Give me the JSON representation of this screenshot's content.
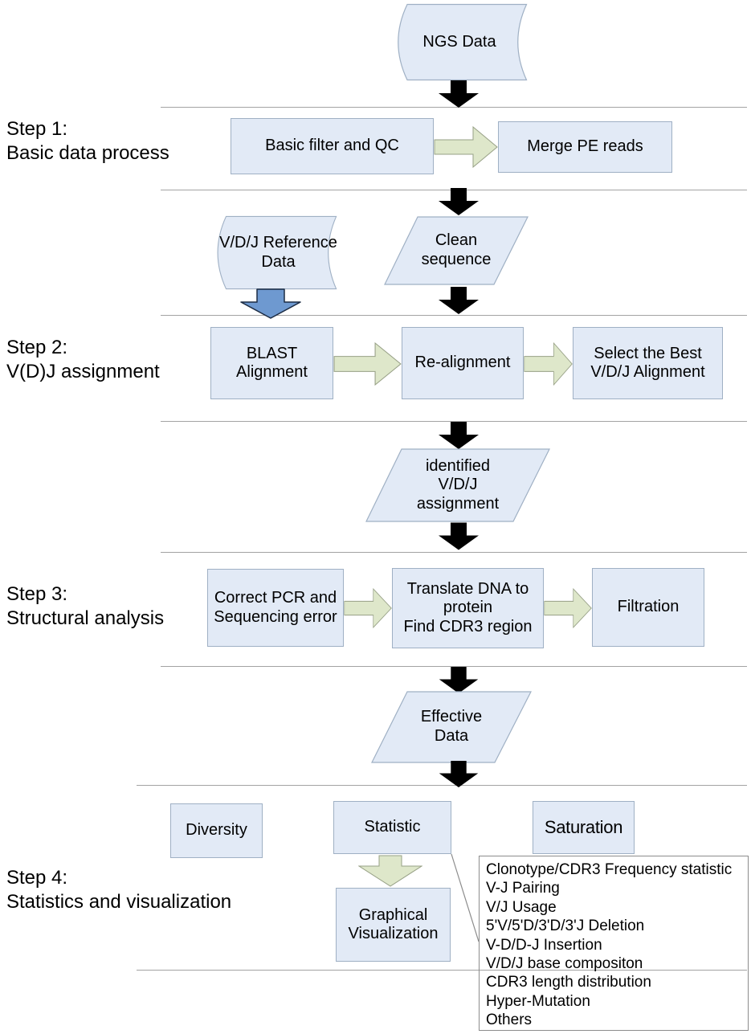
{
  "steps": [
    {
      "line1": "Step 1:",
      "line2": "Basic data process"
    },
    {
      "line1": "Step 2:",
      "line2": "V(D)J assignment"
    },
    {
      "line1": "Step 3:",
      "line2": "Structural analysis"
    },
    {
      "line1": "Step 4:",
      "line2": "Statistics and visualization"
    }
  ],
  "nodes": {
    "ngs_data": "NGS Data",
    "basic_filter": "Basic filter and QC",
    "merge_pe": "Merge PE reads",
    "vdj_reference": "V/D/J Reference Data",
    "clean_sequence": "Clean sequence",
    "blast_alignment": "BLAST Alignment",
    "re_alignment": "Re-alignment",
    "select_best": "Select the Best V/D/J Alignment",
    "identified": "identified V/D/J assignment",
    "correct_pcr": "Correct PCR and Sequencing error",
    "translate_line1": "Translate DNA to protein",
    "translate_line2": "Find CDR3 region",
    "filtration": "Filtration",
    "effective_data": "Effective Data",
    "diversity": "Diversity",
    "statistic": "Statistic",
    "saturation": "Saturation",
    "graphical": "Graphical Visualization"
  },
  "callout": {
    "items": [
      "Clonotype/CDR3 Frequency statistic",
      "V-J Pairing",
      "V/J Usage",
      "5'V/5'D/3'D/3'J Deletion",
      "V-D/D-J Insertion",
      "V/D/J base compositon",
      "CDR3 length distribution",
      "Hyper-Mutation",
      "Others"
    ]
  },
  "colors": {
    "box-fill": "#e2eaf6",
    "box-border": "#9fb0c4",
    "green-fill": "#dee7ca",
    "green-border": "#97a086",
    "blue-fill": "#6e99d0",
    "blue-border": "#1c2c44",
    "black-arrow": "#000000",
    "divider": "#a3a3a3",
    "callout-border": "#8c8c8c"
  }
}
